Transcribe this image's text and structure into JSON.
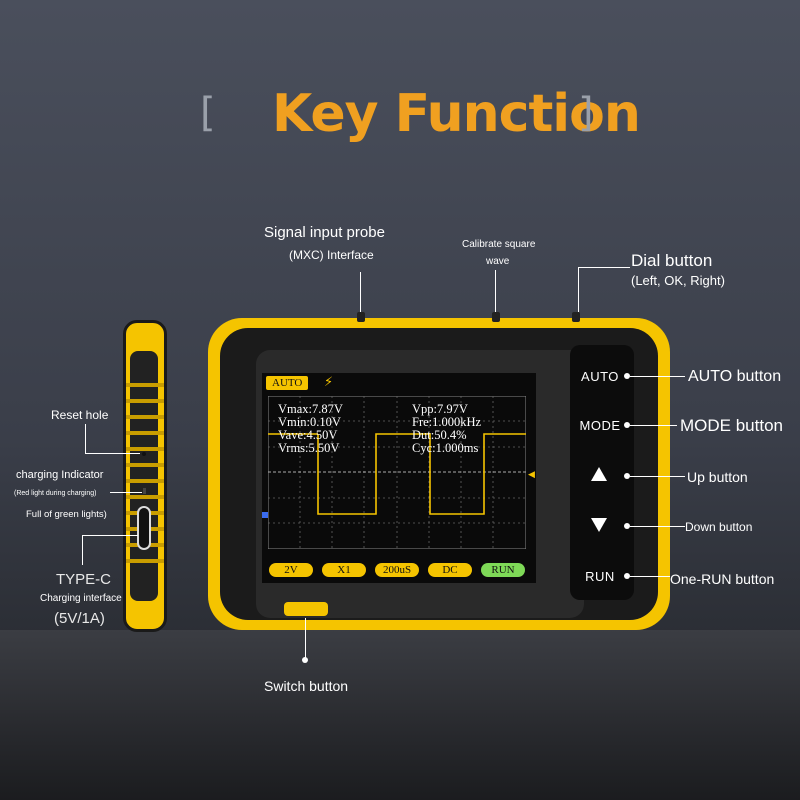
{
  "title": "Key Function",
  "labels": {
    "signal_probe": "Signal input probe",
    "signal_probe_sub": "(MXC) Interface",
    "calibrate": "Calibrate square",
    "calibrate_sub": "wave",
    "dial": "Dial button",
    "dial_sub": "(Left, OK, Right)",
    "auto": "AUTO button",
    "mode": "MODE button",
    "up": "Up button",
    "down": "Down button",
    "run": "One-RUN button",
    "reset": "Reset hole",
    "charging_indicator": "charging Indicator",
    "charging_red": "(Red light during charging)",
    "charging_green": "Full of green lights)",
    "typec": "TYPE-C",
    "charging_interface": "Charging interface",
    "typec_rating": "(5V/1A)",
    "switch": "Switch button"
  },
  "device_buttons": {
    "auto": "AUTO",
    "mode": "MODE",
    "run": "RUN"
  },
  "screen": {
    "mode_badge": "AUTO",
    "meas": {
      "vmax": "Vmax:7.87V",
      "vmin": "Vmin:0.10V",
      "vave": "Vave:4.50V",
      "vrms": "Vrms:5.50V",
      "vpp": "Vpp:7.97V",
      "fre": "Fre:1.000kHz",
      "dut": "Dut:50.4%",
      "cyc": "Cyc:1.000ms"
    },
    "bottom": [
      "2V",
      "X1",
      "200uS",
      "DC",
      "RUN"
    ]
  },
  "colors": {
    "accent": "#f0a020",
    "device_yellow": "#f5c400",
    "run_green": "#7ed957",
    "waveform": "#f5c400"
  }
}
